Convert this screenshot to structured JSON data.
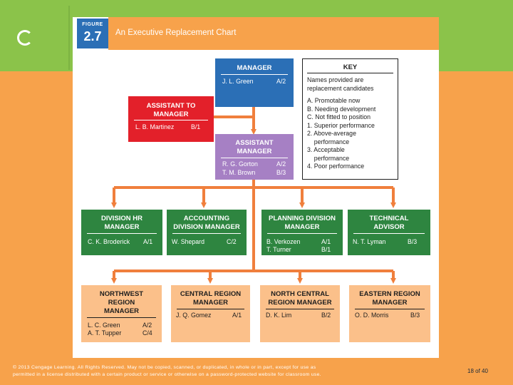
{
  "figure": {
    "label": "FIGURE",
    "number": "2.7",
    "title": "An Executive Replacement Chart"
  },
  "manager": {
    "title": "MANAGER",
    "names": [
      {
        "name": "J. L. Green",
        "code": "A/2"
      }
    ]
  },
  "assistant_to_manager": {
    "title": "ASSISTANT TO MANAGER",
    "names": [
      {
        "name": "L. B. Martinez",
        "code": "B/1"
      }
    ]
  },
  "assistant_manager": {
    "title": "ASSISTANT MANAGER",
    "names": [
      {
        "name": "R. G. Gorton",
        "code": "A/2"
      },
      {
        "name": "T. M. Brown",
        "code": "B/3"
      }
    ]
  },
  "key": {
    "title": "KEY",
    "lines": [
      "Names provided are",
      "replacement candidates",
      "",
      "A. Promotable now",
      "B. Needing development",
      "C. Not fitted to position",
      "1. Superior performance",
      "2. Above-average",
      "    performance",
      "3. Acceptable",
      "    performance",
      "4. Poor performance"
    ]
  },
  "divisions": [
    {
      "title": "DIVISION HR MANAGER",
      "names": [
        {
          "name": "C. K. Broderick",
          "code": "A/1"
        }
      ]
    },
    {
      "title": "ACCOUNTING DIVISION MANAGER",
      "names": [
        {
          "name": "W. Shepard",
          "code": "C/2"
        }
      ]
    },
    {
      "title": "PLANNING DIVISION MANAGER",
      "names": [
        {
          "name": "B. Verkozen",
          "code": "A/1"
        },
        {
          "name": "T. Turner",
          "code": "B/1"
        }
      ]
    },
    {
      "title": "TECHNICAL ADVISOR",
      "names": [
        {
          "name": "N. T. Lyman",
          "code": "B/3"
        }
      ]
    }
  ],
  "regions": [
    {
      "title": "NORTHWEST REGION MANAGER",
      "names": [
        {
          "name": "L. C. Green",
          "code": "A/2"
        },
        {
          "name": "A. T. Tupper",
          "code": "C/4"
        }
      ]
    },
    {
      "title": "CENTRAL REGION MANAGER",
      "names": [
        {
          "name": "J. Q. Gomez",
          "code": "A/1"
        }
      ]
    },
    {
      "title": "NORTH CENTRAL REGION MANAGER",
      "names": [
        {
          "name": "D. K. Lim",
          "code": "B/2"
        }
      ]
    },
    {
      "title": "EASTERN REGION MANAGER",
      "names": [
        {
          "name": "O. D. Morris",
          "code": "B/3"
        }
      ]
    }
  ],
  "footer": {
    "copyright_line1": "© 2013 Cengage Learning. All Rights Reserved. May not be copied, scanned, or duplicated, in whole or in part, except for use as",
    "copyright_line2": "permitted in a license distributed with a certain product or service or otherwise on a password-protected website for classroom use.",
    "page": "18 of 40"
  },
  "colors": {
    "background": "#f7a24b",
    "header_band": "#8bc34a",
    "manager": "#2b6fb6",
    "assistant_to_manager": "#e3202a",
    "assistant_manager": "#a680c4",
    "division": "#2e8540",
    "region": "#fbc08a",
    "connector": "#f07f3c"
  }
}
